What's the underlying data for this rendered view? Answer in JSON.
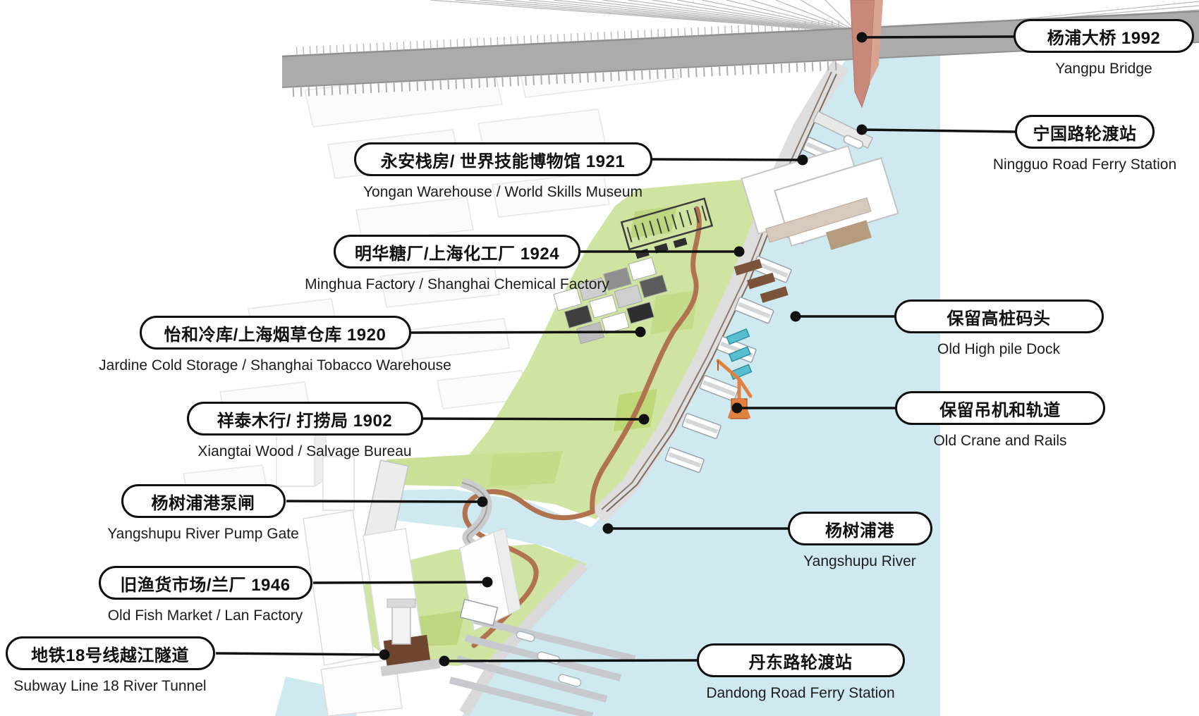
{
  "figure": {
    "type": "site-plan-diagram",
    "colors": {
      "water": "#cfe9f1",
      "park_green": "#d0e4a2",
      "park_green_dark": "#bcd77f",
      "path_brown": "#b0724f",
      "crane_orange": "#e0813f",
      "pool_teal": "#58bfd0",
      "pylon_salmon": "#c9897a",
      "bridge_grey": "#ababab",
      "pill_border": "#0f0f0f"
    }
  },
  "labels": [
    {
      "cn": "杨浦大桥 1992",
      "en": "Yangpu Bridge"
    },
    {
      "cn": "宁国路轮渡站",
      "en": "Ningguo Road Ferry Station"
    },
    {
      "cn": "永安栈房/ 世界技能博物馆  1921",
      "en": "Yongan Warehouse / World Skills Museum"
    },
    {
      "cn": "明华糖厂/上海化工厂 1924",
      "en": "Minghua Factory / Shanghai Chemical Factory"
    },
    {
      "cn": "怡和冷库/上海烟草仓库 1920",
      "en": "Jardine Cold Storage / Shanghai Tobacco Warehouse"
    },
    {
      "cn": "保留高桩码头",
      "en": "Old High pile Dock"
    },
    {
      "cn": "祥泰木行/ 打捞局 1902",
      "en": "Xiangtai Wood / Salvage Bureau"
    },
    {
      "cn": "保留吊机和轨道",
      "en": "Old Crane and Rails"
    },
    {
      "cn": "杨树浦港泵闸",
      "en": "Yangshupu River Pump Gate"
    },
    {
      "cn": "杨树浦港",
      "en": "Yangshupu River"
    },
    {
      "cn": "旧渔货市场/兰厂 1946",
      "en": "Old Fish Market / Lan Factory"
    },
    {
      "cn": "地铁18号线越江隧道",
      "en": "Subway Line 18 River Tunnel"
    },
    {
      "cn": "丹东路轮渡站",
      "en": "Dandong Road Ferry Station"
    }
  ]
}
